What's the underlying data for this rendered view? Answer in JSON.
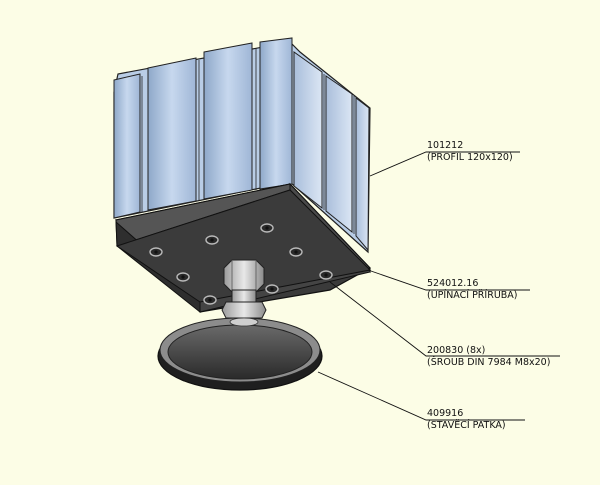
{
  "callouts": [
    {
      "part_number": "101212",
      "description": "(PROFIL 120x120)"
    },
    {
      "part_number": "524012.16",
      "description": "(UPÍNACÍ PŘÍRUBA)"
    },
    {
      "part_number": "200830 (8x)",
      "description": "(ŠROUB DIN 7984 M8x20)"
    },
    {
      "part_number": "409916",
      "description": "(STAVĚCÍ PATKA)"
    }
  ],
  "colors": {
    "background": "#fcfde6",
    "profile": "#b6cbe6",
    "plate": "#3a3a3a",
    "foot": "#3f3f3f"
  }
}
